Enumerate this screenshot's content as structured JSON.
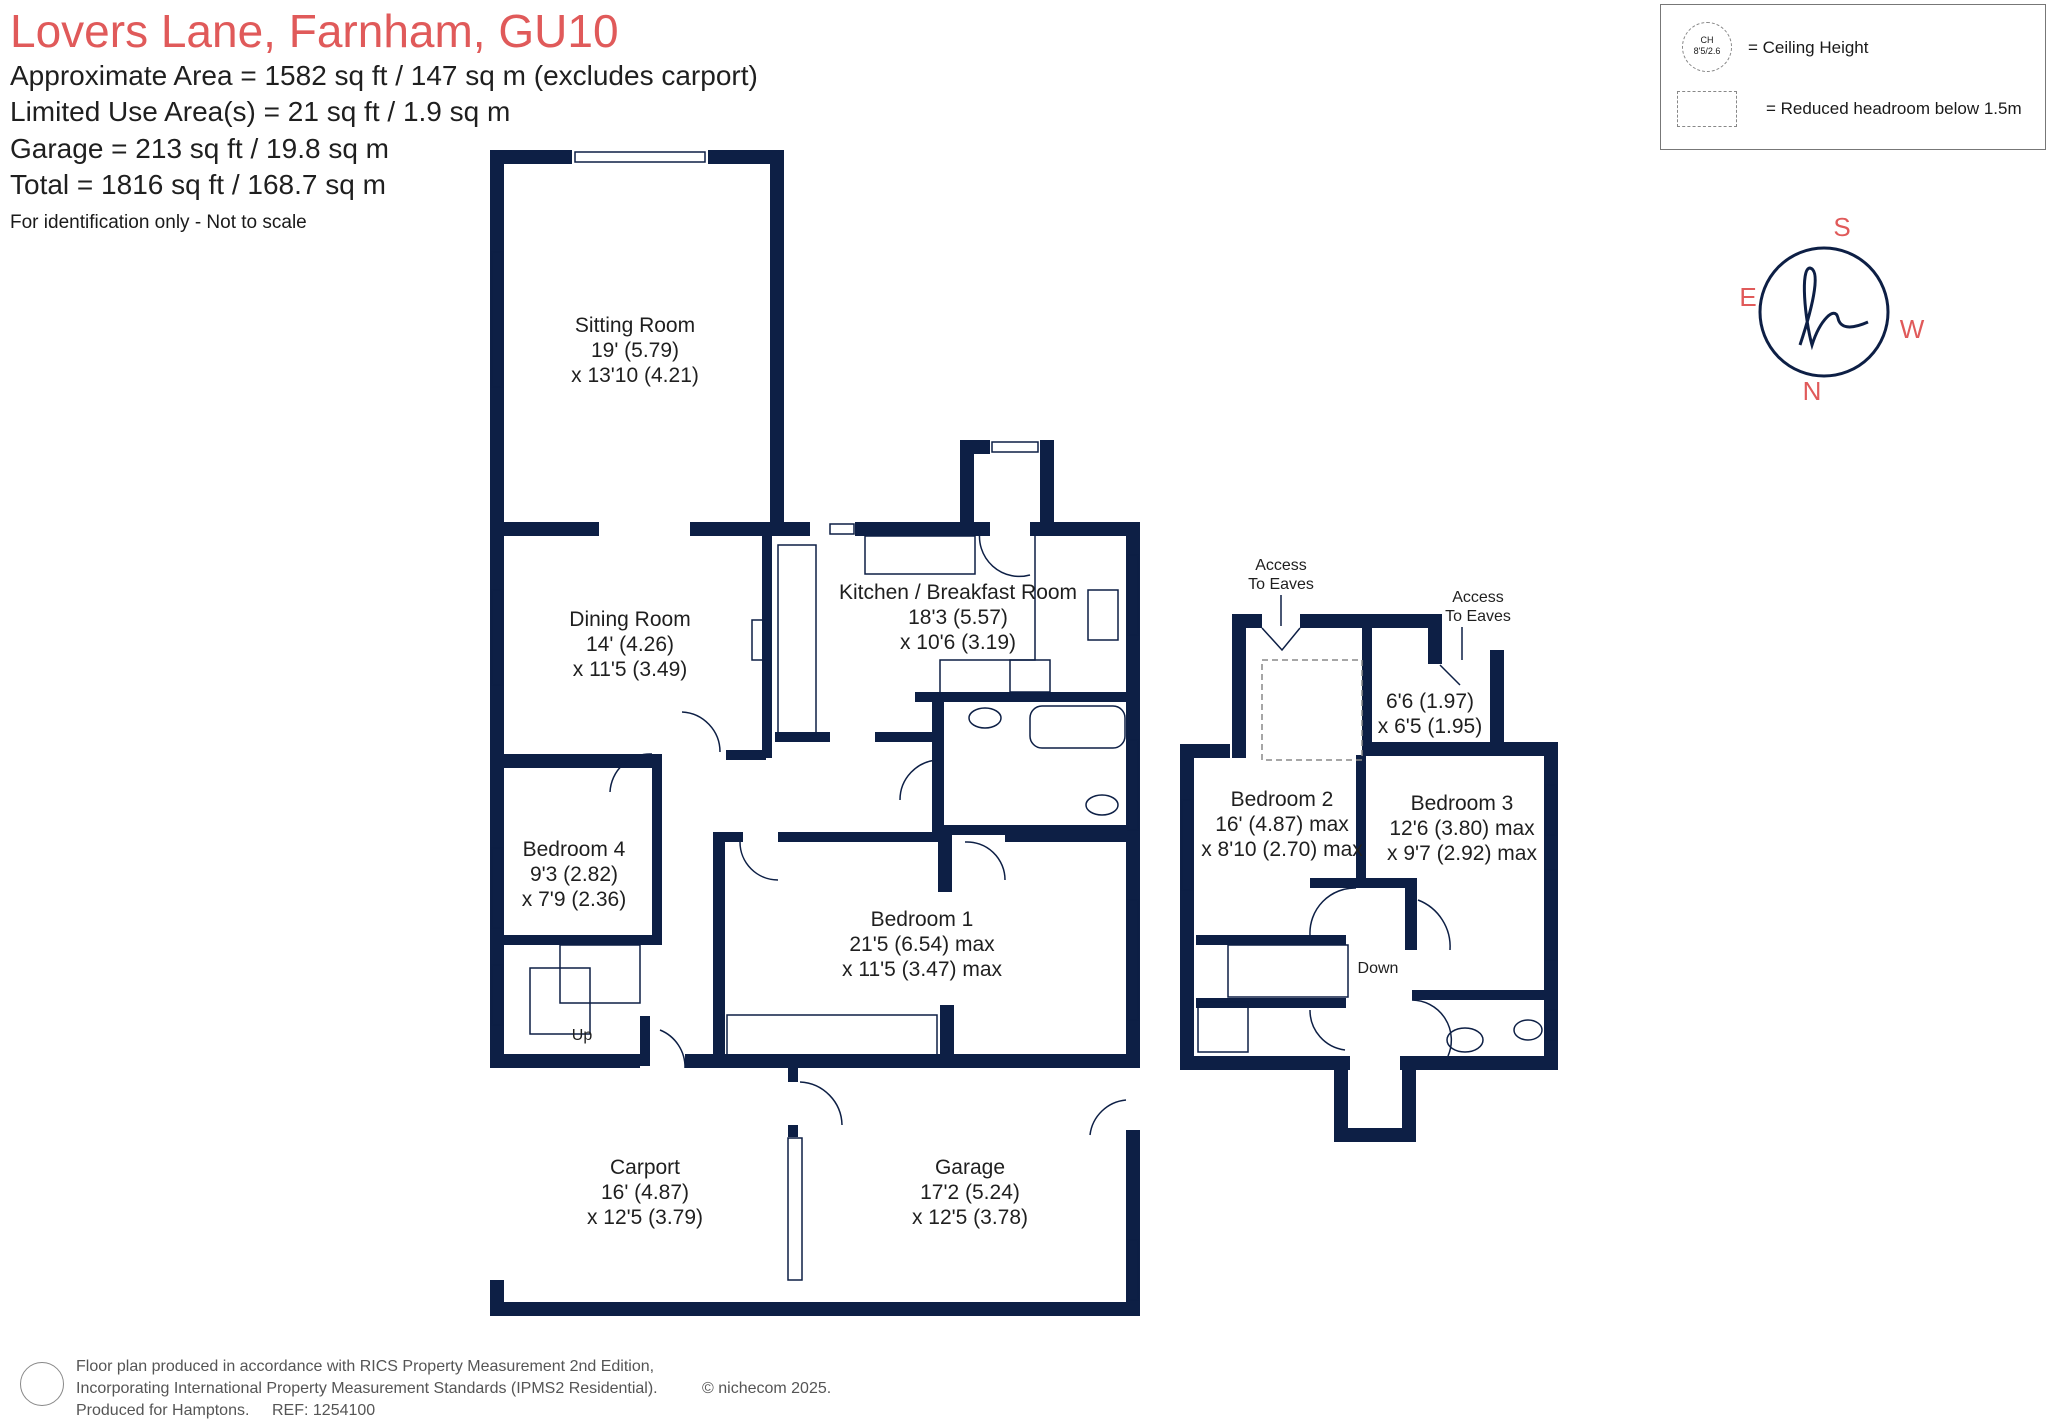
{
  "header": {
    "title": "Lovers Lane, Farnham, GU10",
    "approx_area": "Approximate Area = 1582 sq ft / 147 sq m (excludes carport)",
    "limited_use": "Limited Use Area(s) = 21 sq ft / 1.9 sq m",
    "garage": "Garage = 213 sq ft / 19.8 sq m",
    "total": "Total = 1816 sq ft / 168.7 sq m",
    "note": "For identification only - Not to scale"
  },
  "legend": {
    "ch_top": "CH",
    "ch_value": "8'5/2.6",
    "ceiling_label": "= Ceiling Height",
    "reduced_label": "= Reduced headroom below 1.5m"
  },
  "compass": {
    "s": "S",
    "w": "W",
    "n": "N",
    "e": "E"
  },
  "rooms": {
    "sitting": {
      "name": "Sitting Room",
      "dim1": "19' (5.79)",
      "dim2": "x 13'10 (4.21)"
    },
    "dining": {
      "name": "Dining Room",
      "dim1": "14' (4.26)",
      "dim2": "x 11'5 (3.49)"
    },
    "kitchen": {
      "name": "Kitchen / Breakfast Room",
      "dim1": "18'3 (5.57)",
      "dim2": "x 10'6 (3.19)"
    },
    "bed4": {
      "name": "Bedroom 4",
      "dim1": "9'3 (2.82)",
      "dim2": "x 7'9 (2.36)"
    },
    "bed1": {
      "name": "Bedroom 1",
      "dim1": "21'5 (6.54) max",
      "dim2": "x 11'5 (3.47) max"
    },
    "carport": {
      "name": "Carport",
      "dim1": "16' (4.87)",
      "dim2": "x 12'5 (3.79)"
    },
    "garage": {
      "name": "Garage",
      "dim1": "17'2 (5.24)",
      "dim2": "x 12'5 (3.78)"
    },
    "bed2": {
      "name": "Bedroom 2",
      "dim1": "16' (4.87) max",
      "dim2": "x 8'10 (2.70) max"
    },
    "bed3": {
      "name": "Bedroom 3",
      "dim1": "12'6 (3.80) max",
      "dim2": "x 9'7 (2.92) max"
    },
    "small": {
      "dim1": "6'6 (1.97)",
      "dim2": "x 6'5 (1.95)"
    }
  },
  "labels": {
    "up": "Up",
    "down": "Down",
    "eaves1_a": "Access",
    "eaves1_b": "To Eaves",
    "eaves2_a": "Access",
    "eaves2_b": "To Eaves"
  },
  "footer": {
    "line1": "Floor plan produced in accordance with RICS Property Measurement 2nd Edition,",
    "line2": "Incorporating International Property Measurement Standards (IPMS2 Residential).",
    "copyright": "© nichecom 2025.",
    "line3": "Produced for Hamptons.",
    "ref": "REF: 1254100"
  },
  "colors": {
    "wall": "#0d1f45",
    "accent": "#e05a5a"
  }
}
